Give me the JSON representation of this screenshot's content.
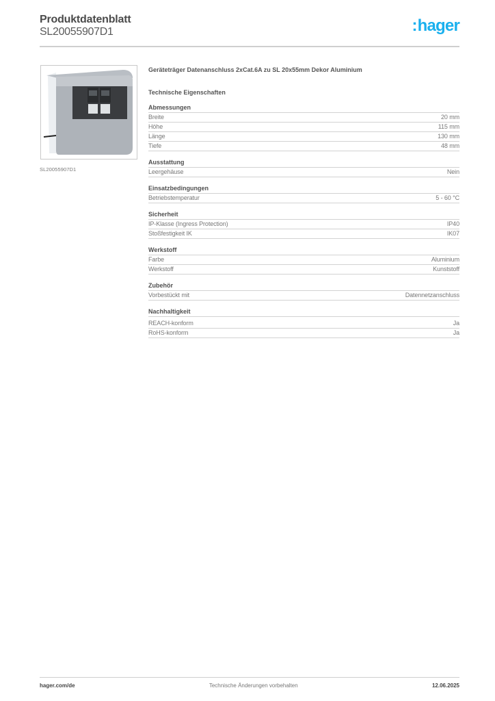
{
  "header": {
    "title": "Produktdatenblatt",
    "article_number": "SL20055907D1",
    "logo": {
      "colon": ":",
      "text": "hager",
      "color": "#1ab0ee"
    }
  },
  "image": {
    "alt": "Geräteträger Aluminium mit 2 Datenanschlüssen",
    "caption": "SL20055907D1"
  },
  "product": {
    "name": "Geräteträger Datenanschluss 2xCat.6A zu SL 20x55mm Dekor Aluminium",
    "tech_title": "Technische Eigenschaften"
  },
  "sections": [
    {
      "title": "Abmessungen",
      "rows": [
        {
          "label": "Breite",
          "value": "20 mm"
        },
        {
          "label": "Höhe",
          "value": "115 mm"
        },
        {
          "label": "Länge",
          "value": "130 mm"
        },
        {
          "label": "Tiefe",
          "value": "48 mm"
        }
      ]
    },
    {
      "title": "Ausstattung",
      "rows": [
        {
          "label": "Leergehäuse",
          "value": "Nein"
        }
      ]
    },
    {
      "title": "Einsatzbedingungen",
      "rows": [
        {
          "label": "Betriebstemperatur",
          "value": "5 - 60 °C"
        }
      ]
    },
    {
      "title": "Sicherheit",
      "rows": [
        {
          "label": "IP-Klasse (Ingress Protection)",
          "value": "IP40"
        },
        {
          "label": "Stoßfestigkeit IK",
          "value": "IK07"
        }
      ]
    },
    {
      "title": "Werkstoff",
      "rows": [
        {
          "label": "Farbe",
          "value": "Aluminium"
        },
        {
          "label": "Werkstoff",
          "value": "Kunststoff"
        }
      ]
    },
    {
      "title": "Zubehör",
      "rows": [
        {
          "label": "Vorbestückt mit",
          "value": "Datennetzanschluss"
        }
      ]
    },
    {
      "title": "Nachhaltigkeit",
      "rows": [
        {
          "label": "REACH-konform",
          "value": "Ja"
        },
        {
          "label": "RoHS-konform",
          "value": "Ja"
        }
      ]
    }
  ],
  "footer": {
    "website": "hager.com/de",
    "disclaimer": "Technische Änderungen vorbehalten",
    "date": "12.06.2025"
  }
}
